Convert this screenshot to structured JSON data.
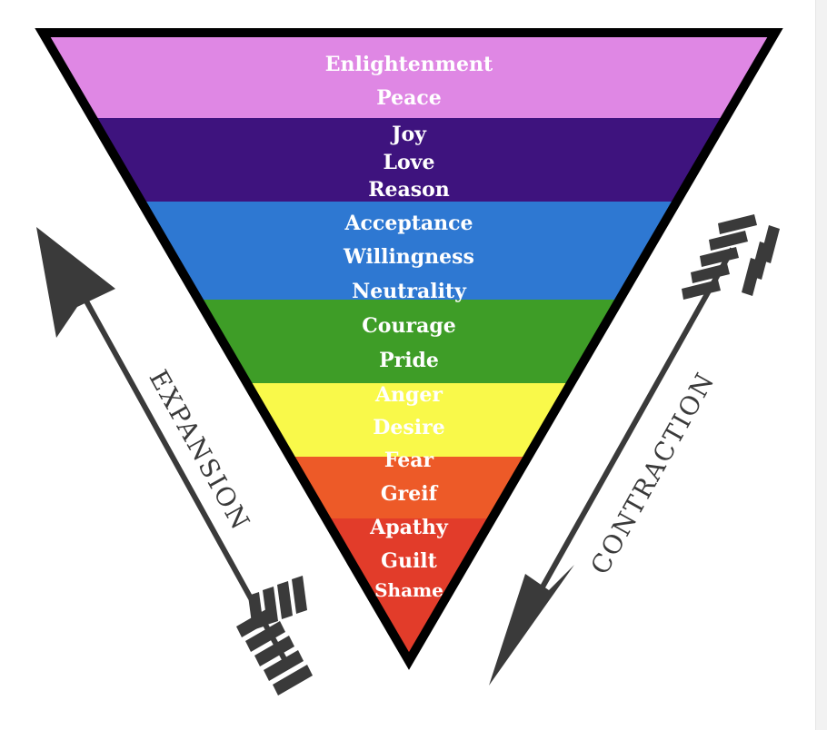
{
  "diagram": {
    "bands": [
      {
        "color": "#df87e4",
        "labels": [
          "Enlightenment",
          "Peace"
        ]
      },
      {
        "color": "#3e137e",
        "labels": [
          "Joy",
          "Love",
          "Reason"
        ]
      },
      {
        "color": "#2e78d2",
        "labels": [
          "Acceptance",
          "Willingness",
          "Neutrality"
        ]
      },
      {
        "color": "#3e9d27",
        "labels": [
          "Courage",
          "Pride"
        ]
      },
      {
        "color": "#f9f94a",
        "labels": [
          "Anger",
          "Desire"
        ]
      },
      {
        "color": "#ed5a28",
        "labels": [
          "Fear",
          "Greif"
        ]
      },
      {
        "color": "#e23c2a",
        "labels": [
          "Apathy",
          "Guilt",
          "Shame"
        ]
      }
    ],
    "outline_color": "#000000",
    "arrows": {
      "color": "#3a3a3a",
      "left": {
        "label": "EXPANSION",
        "direction": "up"
      },
      "right": {
        "label": "CONTRACTION",
        "direction": "down"
      }
    }
  }
}
